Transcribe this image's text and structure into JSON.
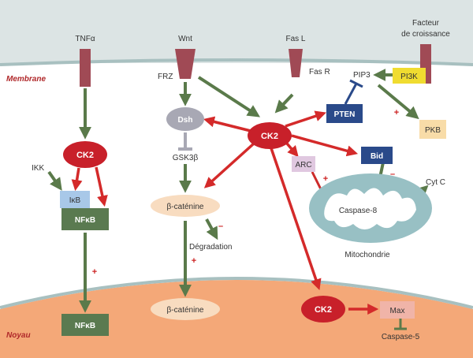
{
  "regions": {
    "membrane": "Membrane",
    "nucleus": "Noyau"
  },
  "receptors": {
    "tnf": "TNFα",
    "wnt": "Wnt",
    "fasl": "Fas L",
    "growth_factor": [
      "Facteur",
      "de croissance"
    ]
  },
  "nodes": {
    "ck2_center": "CK2",
    "ck2_left": "CK2",
    "ck2_nucleus": "CK2",
    "frz": "FRZ",
    "dsh": "Dsh",
    "gsk": "GSK3β",
    "ikk": "IKK",
    "ikb": "IκB",
    "nfkb": "NFκB",
    "nfkb_nucleus": "NFκB",
    "beta_catenin": "β-caténine",
    "beta_catenin_nucleus": "β-caténine",
    "degradation": "Dégradation",
    "fasr": "Fas R",
    "pten": "PTEN",
    "pip3": "PIP3",
    "pi3k": "PI3K",
    "pkb": "PKB",
    "arc": "ARC",
    "bid": "Bid",
    "caspase8": "Caspase-8",
    "cytc": "Cyt C",
    "mitochondrie": "Mitochondrie",
    "max": "Max",
    "caspase5": "Caspase-5"
  },
  "signs": {
    "plus": "+",
    "minus": "–"
  },
  "colors": {
    "ck2_red": "#c8202a",
    "arrow_red": "#d42a2a",
    "arrow_green": "#5a7a4a",
    "receptor": "#a04a55",
    "nfkb_box": "#5a7a50",
    "ikb_box": "#a8c8e8",
    "pten_box": "#2a4a8a",
    "bid_box": "#2a4a8a",
    "pi3k_box": "#f0dc30",
    "pkb_box": "#f8dca8",
    "arc_box": "#e0c8e0",
    "max_box": "#f0b4a8",
    "catenin": "#f8dcc0",
    "membrane_top": "#dce4e4",
    "nucleus": "#f4a878",
    "mito": "#98c0c4"
  }
}
